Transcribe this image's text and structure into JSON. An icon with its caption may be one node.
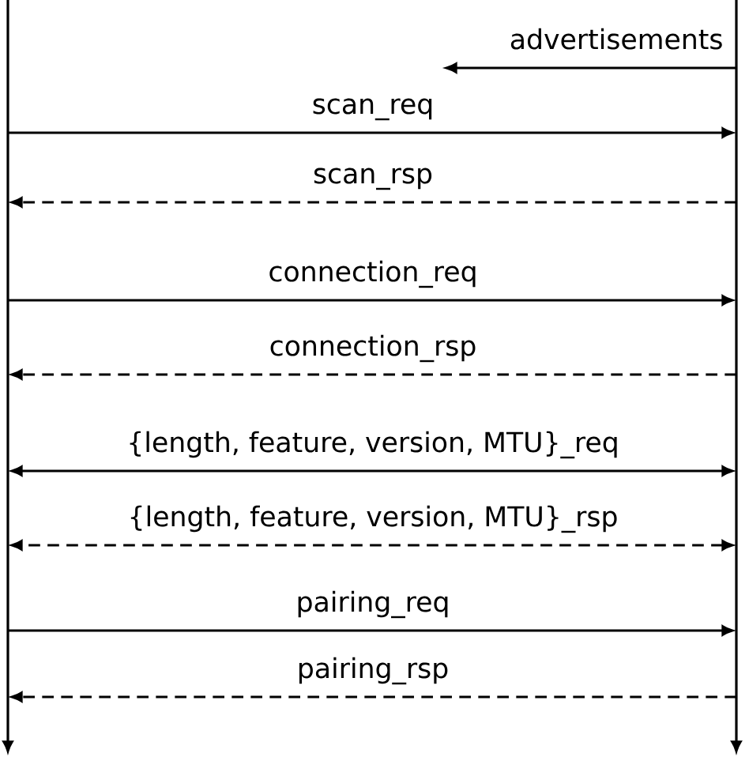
{
  "diagram": {
    "nodes": [
      {
        "text": [],
        "shape": "bar"
      },
      {
        "text": [],
        "shape": "bar"
      }
    ],
    "edges": [
      {
        "from": 1,
        "to": null,
        "arrow": "to",
        "label": "advertisements"
      },
      {
        "from": 0,
        "to": 1,
        "arrow": "to",
        "label": "scan_req"
      },
      {
        "from": 1,
        "to": 0,
        "arrow": "to",
        "label": "scan_rsp",
        "style": "dashed"
      },
      {
        "from": 0,
        "to": 1,
        "arrow": "to",
        "label": "connection_req"
      },
      {
        "from": 1,
        "to": 0,
        "arrow": "to",
        "label": "connection_rsp",
        "style": "dashed"
      },
      {
        "from": 0,
        "to": 1,
        "arrow": "both",
        "label": "{length, feature, version, MTU}_req"
      },
      {
        "from": 1,
        "to": 0,
        "arrow": "both",
        "label": "{length, feature, version, MTU}_rsp",
        "style": "dashed"
      },
      {
        "from": 0,
        "to": 1,
        "arrow": "to",
        "label": "pairing_req"
      },
      {
        "from": 1,
        "to": 0,
        "arrow": "to",
        "label": "pairing_rsp",
        "style": "dashed"
      }
    ]
  }
}
